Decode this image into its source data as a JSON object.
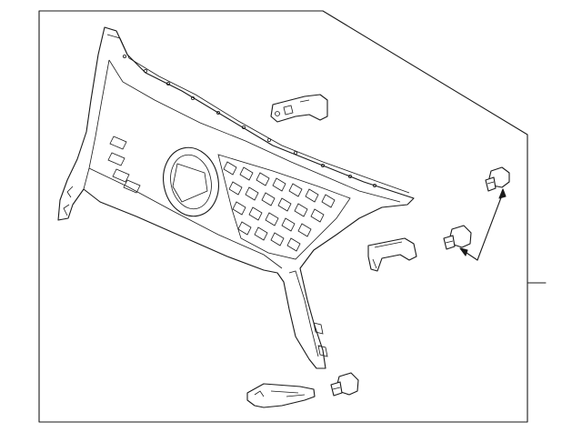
{
  "diagram": {
    "kind": "exploded parts diagram",
    "parts": [
      {
        "id": "grille-assembly"
      },
      {
        "id": "upper-bracket"
      },
      {
        "id": "side-bracket"
      },
      {
        "id": "lower-bracket"
      },
      {
        "id": "clip-upper-right"
      },
      {
        "id": "clip-middle-right"
      },
      {
        "id": "clip-bottom"
      }
    ]
  }
}
